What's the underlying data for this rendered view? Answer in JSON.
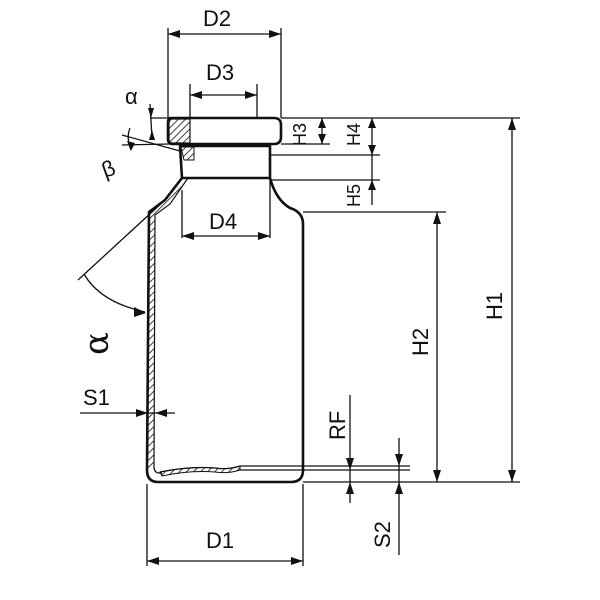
{
  "labels": {
    "d1": "D1",
    "d2": "D2",
    "d3": "D3",
    "d4": "D4",
    "h1": "H1",
    "h2": "H2",
    "h3": "H3",
    "h4": "H4",
    "h5": "H5",
    "s1": "S1",
    "s2": "S2",
    "rf": "RF",
    "alpha_small": "α",
    "beta": "β",
    "alpha_large": "α"
  }
}
